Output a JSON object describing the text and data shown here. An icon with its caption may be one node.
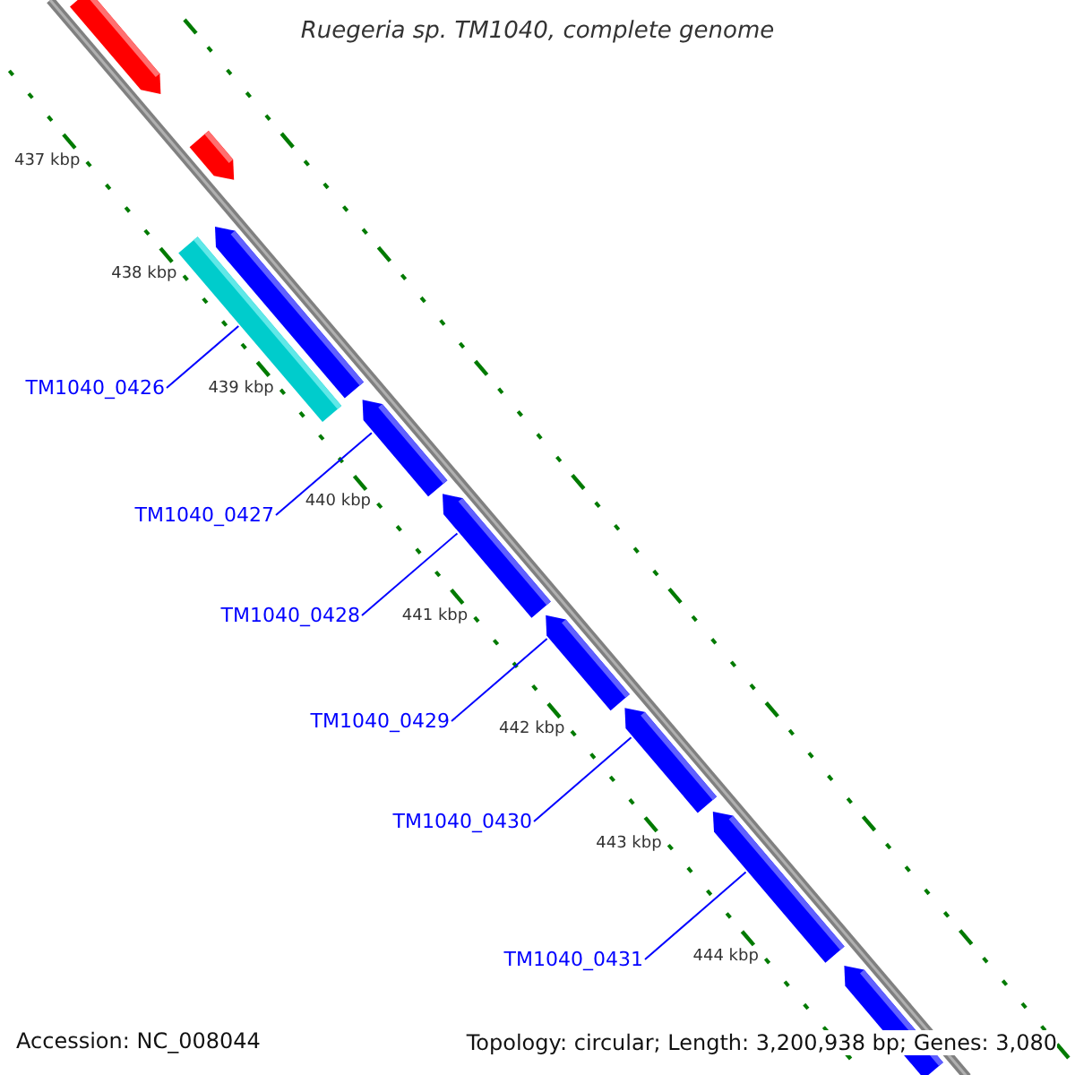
{
  "diagram": {
    "title": "Ruegeria sp. TM1040, complete genome",
    "nodes": [
      {
        "text": [
          "TM1040_0426"
        ]
      },
      {
        "text": [
          "TM1040_0427"
        ]
      },
      {
        "text": [
          "TM1040_0428"
        ]
      },
      {
        "text": [
          "TM1040_0429"
        ]
      },
      {
        "text": [
          "TM1040_0430"
        ]
      },
      {
        "text": [
          "TM1040_0431"
        ]
      },
      {
        "text": [],
        "shape": "arrow"
      },
      {
        "text": [],
        "shape": "arrow"
      },
      {
        "text": [],
        "shape": "bar"
      },
      {
        "text": [],
        "shape": "arrow"
      },
      {
        "text": [],
        "shape": "arrow"
      },
      {
        "text": [],
        "shape": "arrow"
      },
      {
        "text": [],
        "shape": "arrow"
      },
      {
        "text": [],
        "shape": "arrow"
      },
      {
        "text": [],
        "shape": "arrow"
      },
      {
        "text": [],
        "shape": "arrow"
      }
    ],
    "edges": [
      {
        "from": 0,
        "to": 8,
        "arrow": "none"
      },
      {
        "from": 1,
        "to": 10,
        "arrow": "none"
      },
      {
        "from": 2,
        "to": 11,
        "arrow": "none"
      },
      {
        "from": 3,
        "to": 12,
        "arrow": "none"
      },
      {
        "from": 4,
        "to": 13,
        "arrow": "none"
      },
      {
        "from": 5,
        "to": 14,
        "arrow": "none"
      }
    ],
    "labels": [
      "437 kbp",
      "438 kbp",
      "439 kbp",
      "440 kbp",
      "441 kbp",
      "442 kbp",
      "443 kbp",
      "444 kbp",
      "Accession: NC_008044",
      "Topology: circular; Length: 3,200,938 bp; Genes: 3,080"
    ]
  }
}
